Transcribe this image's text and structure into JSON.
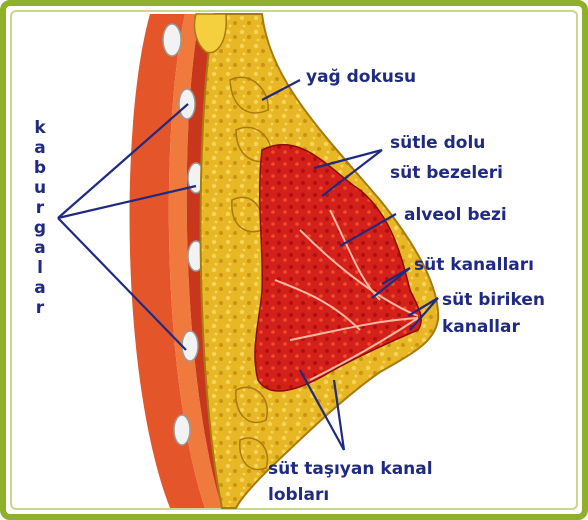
{
  "labels": {
    "kaburgalar": [
      "k",
      "a",
      "b",
      "u",
      "r",
      "g",
      "a",
      "l",
      "a",
      "r"
    ],
    "yag_dokusu": "yağ dokusu",
    "sutle_dolu_1": "sütle dolu",
    "sutle_dolu_2": "süt bezeleri",
    "alveol_bezi": "alveol bezi",
    "sut_kanallari": "süt kanalları",
    "sut_biriken_1": "süt biriken",
    "sut_biriken_2": "kanallar",
    "sut_tasiyan_1": "süt taşıyan kanal",
    "sut_tasiyan_2": "lobları"
  },
  "colors": {
    "frame": "#8fb02a",
    "label": "#1f2a80",
    "leader_line": "#1f2a80",
    "fat": "#e8b726",
    "gland": "#d4201a",
    "muscle": "#e5552a"
  }
}
